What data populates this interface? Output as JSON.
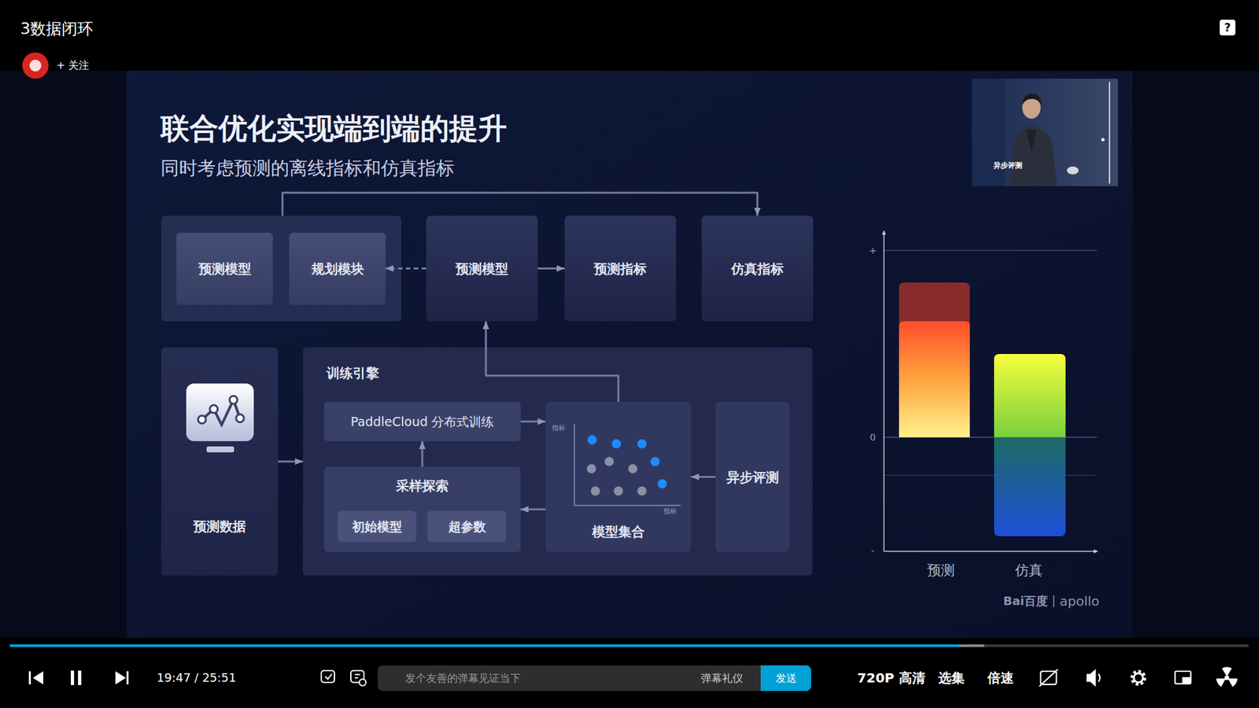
{
  "diagram": {
    "title": "联合优化实现端到端的提升",
    "nodes": [
      {
        "text": []
      },
      {
        "text": [
          "预测模型"
        ],
        "in": 0
      },
      {
        "text": [
          "规划模块"
        ],
        "in": 0
      },
      {
        "text": [
          "预测模型"
        ]
      },
      {
        "text": [
          "预测指标"
        ]
      },
      {
        "text": [
          "仿真指标"
        ]
      },
      {
        "text": [
          "预测数据"
        ]
      },
      {
        "text": [
          "训练引擎"
        ]
      },
      {
        "text": [
          "PaddleCloud 分布式训练"
        ],
        "in": 7
      },
      {
        "text": [
          "采样探索"
        ],
        "in": 7
      },
      {
        "text": [
          "初始模型"
        ],
        "in": 9
      },
      {
        "text": [
          "超参数"
        ],
        "in": 9
      },
      {
        "text": [
          "模型集合"
        ],
        "in": 7
      },
      {
        "text": [
          "异步评测"
        ],
        "in": 7
      },
      {
        "text": [
          "发个友善的弹幕见证当下",
          "弹幕礼仪"
        ]
      },
      {
        "text": [
          "发送"
        ],
        "in": 14
      }
    ],
    "edges": [
      {
        "from": 3,
        "to": 2,
        "arrow": "to"
      },
      {
        "from": 3,
        "to": 4,
        "arrow": "to"
      },
      {
        "from": 0,
        "to": 5,
        "arrow": "to"
      },
      {
        "from": 6,
        "to": 7,
        "arrow": "to"
      },
      {
        "from": 9,
        "to": 8,
        "arrow": "to"
      },
      {
        "from": 8,
        "to": 12,
        "arrow": "to"
      },
      {
        "from": 12,
        "to": 9,
        "arrow": "to"
      },
      {
        "from": 13,
        "to": 12,
        "arrow": "to"
      },
      {
        "from": 12,
        "to": 3,
        "arrow": "to"
      }
    ],
    "labels": [
      "3数据闭环",
      "+ 关注",
      "?",
      "同时考虑预测的离线指标和仿真指标",
      "异步评测",
      "指标",
      "指标",
      "+",
      "0",
      "-",
      "预测",
      "仿真",
      "Bai百度",
      "apollo",
      "19:47 / 25:51",
      "720P 高清",
      "选集",
      "倍速"
    ]
  }
}
